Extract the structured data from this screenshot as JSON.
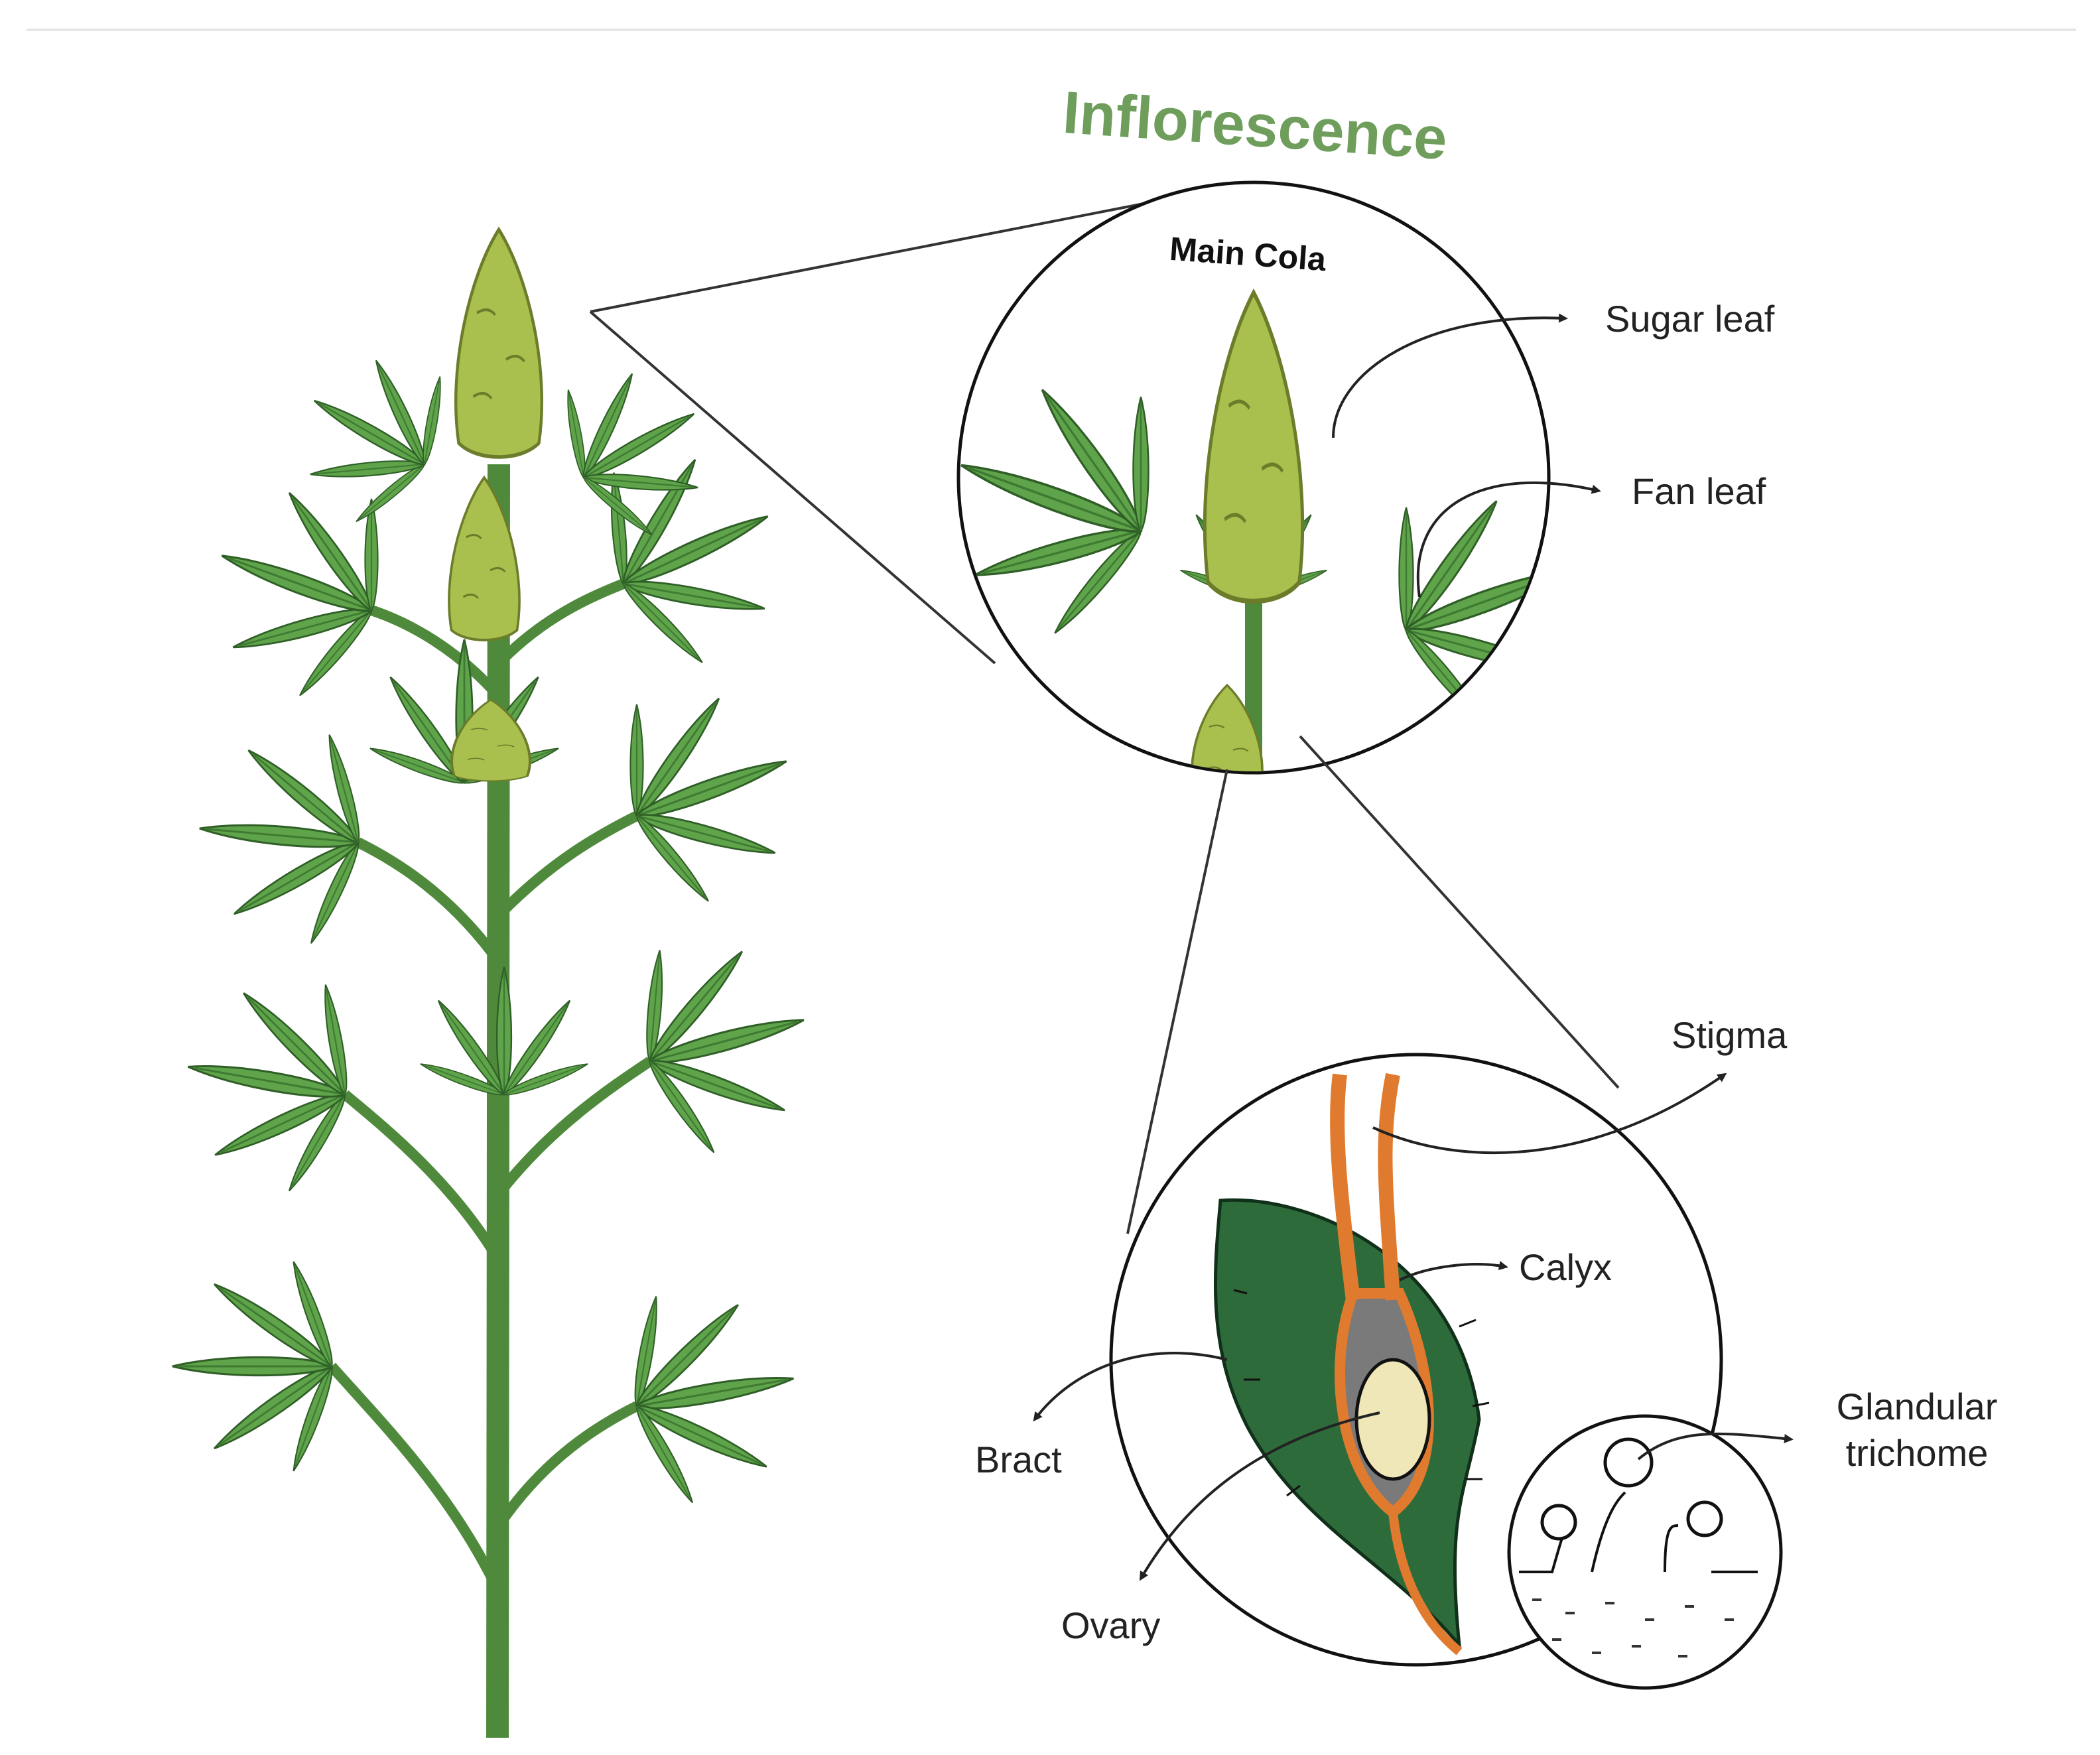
{
  "diagram": {
    "title": "Inflorescence",
    "inset_title": "Main Cola",
    "labels": {
      "sugar_leaf": "Sugar leaf",
      "fan_leaf": "Fan leaf",
      "stigma": "Stigma",
      "calyx": "Calyx",
      "bract": "Bract",
      "ovary": "Ovary",
      "glandular_line1": "Glandular",
      "glandular_line2": "trichome"
    }
  },
  "colors": {
    "title_green": "#6f9e5c",
    "leaf_green": "#5fa34a",
    "leaf_dark": "#3e7a32",
    "bud": "#a9bf4e",
    "bract_green": "#2e6b3a",
    "stigma_orange": "#e07a2e",
    "ovary_cream": "#efe7b8"
  }
}
